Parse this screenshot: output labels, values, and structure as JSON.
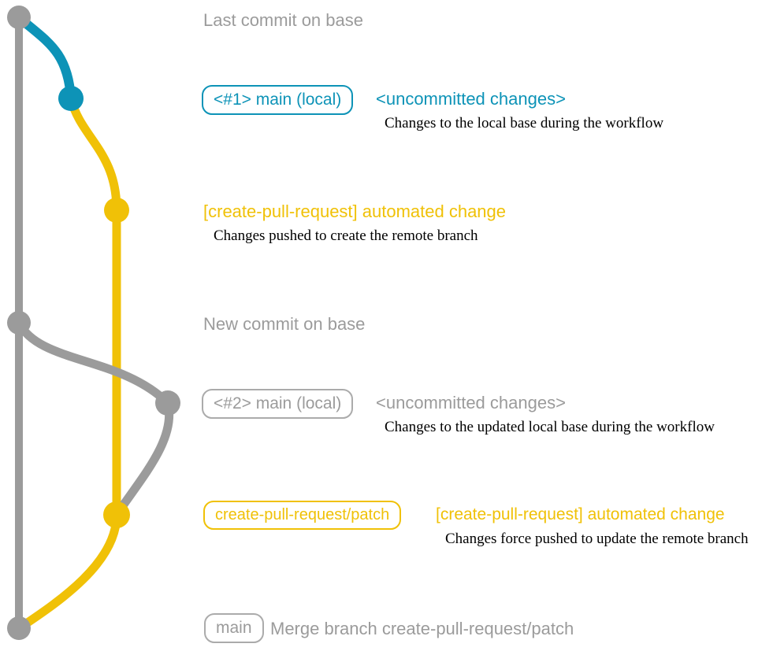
{
  "colors": {
    "gray": "#9b9b9b",
    "teal": "#0d93b7",
    "yellow": "#f0c107",
    "description_text": "#000000",
    "background": "#ffffff"
  },
  "labels": {
    "last_commit_on_base": "Last commit on base",
    "pill_main_local_1": "<#1> main (local)",
    "uncommitted_changes_1": "<uncommitted changes>",
    "desc_local_base": "Changes to the local base during the workflow",
    "automated_change_1": "[create-pull-request] automated change",
    "desc_push_create": "Changes pushed to create the remote branch",
    "new_commit_on_base": "New commit on base",
    "pill_main_local_2": "<#2> main (local)",
    "uncommitted_changes_2": "<uncommitted changes>",
    "desc_updated_local_base": "Changes to the updated local base during the workflow",
    "pill_patch_branch": "create-pull-request/patch",
    "automated_change_2": "[create-pull-request] automated change",
    "desc_force_push": "Changes force pushed to update the remote branch",
    "pill_main": "main",
    "merge_message": "Merge branch create-pull-request/patch"
  },
  "graph": {
    "type": "git-branch-diagram",
    "branches": [
      {
        "name": "base",
        "color": "#9b9b9b"
      },
      {
        "name": "main (local)",
        "colors": [
          "#0d93b7",
          "#9b9b9b"
        ]
      },
      {
        "name": "create-pull-request/patch",
        "color": "#f0c107"
      }
    ],
    "commit_nodes": [
      {
        "id": "last-commit-on-base",
        "color": "gray",
        "label": "Last commit on base"
      },
      {
        "id": "uncommitted-changes-1",
        "color": "teal",
        "label": "<#1> main (local) <uncommitted changes>"
      },
      {
        "id": "automated-change-1",
        "color": "yellow",
        "label": "[create-pull-request] automated change"
      },
      {
        "id": "new-commit-on-base",
        "color": "gray",
        "label": "New commit on base"
      },
      {
        "id": "uncommitted-changes-2",
        "color": "gray",
        "label": "<#2> main (local) <uncommitted changes>"
      },
      {
        "id": "automated-change-2",
        "color": "yellow",
        "label": "create-pull-request/patch [create-pull-request] automated change"
      },
      {
        "id": "merge-commit",
        "color": "gray",
        "label": "main Merge branch create-pull-request/patch"
      }
    ]
  }
}
